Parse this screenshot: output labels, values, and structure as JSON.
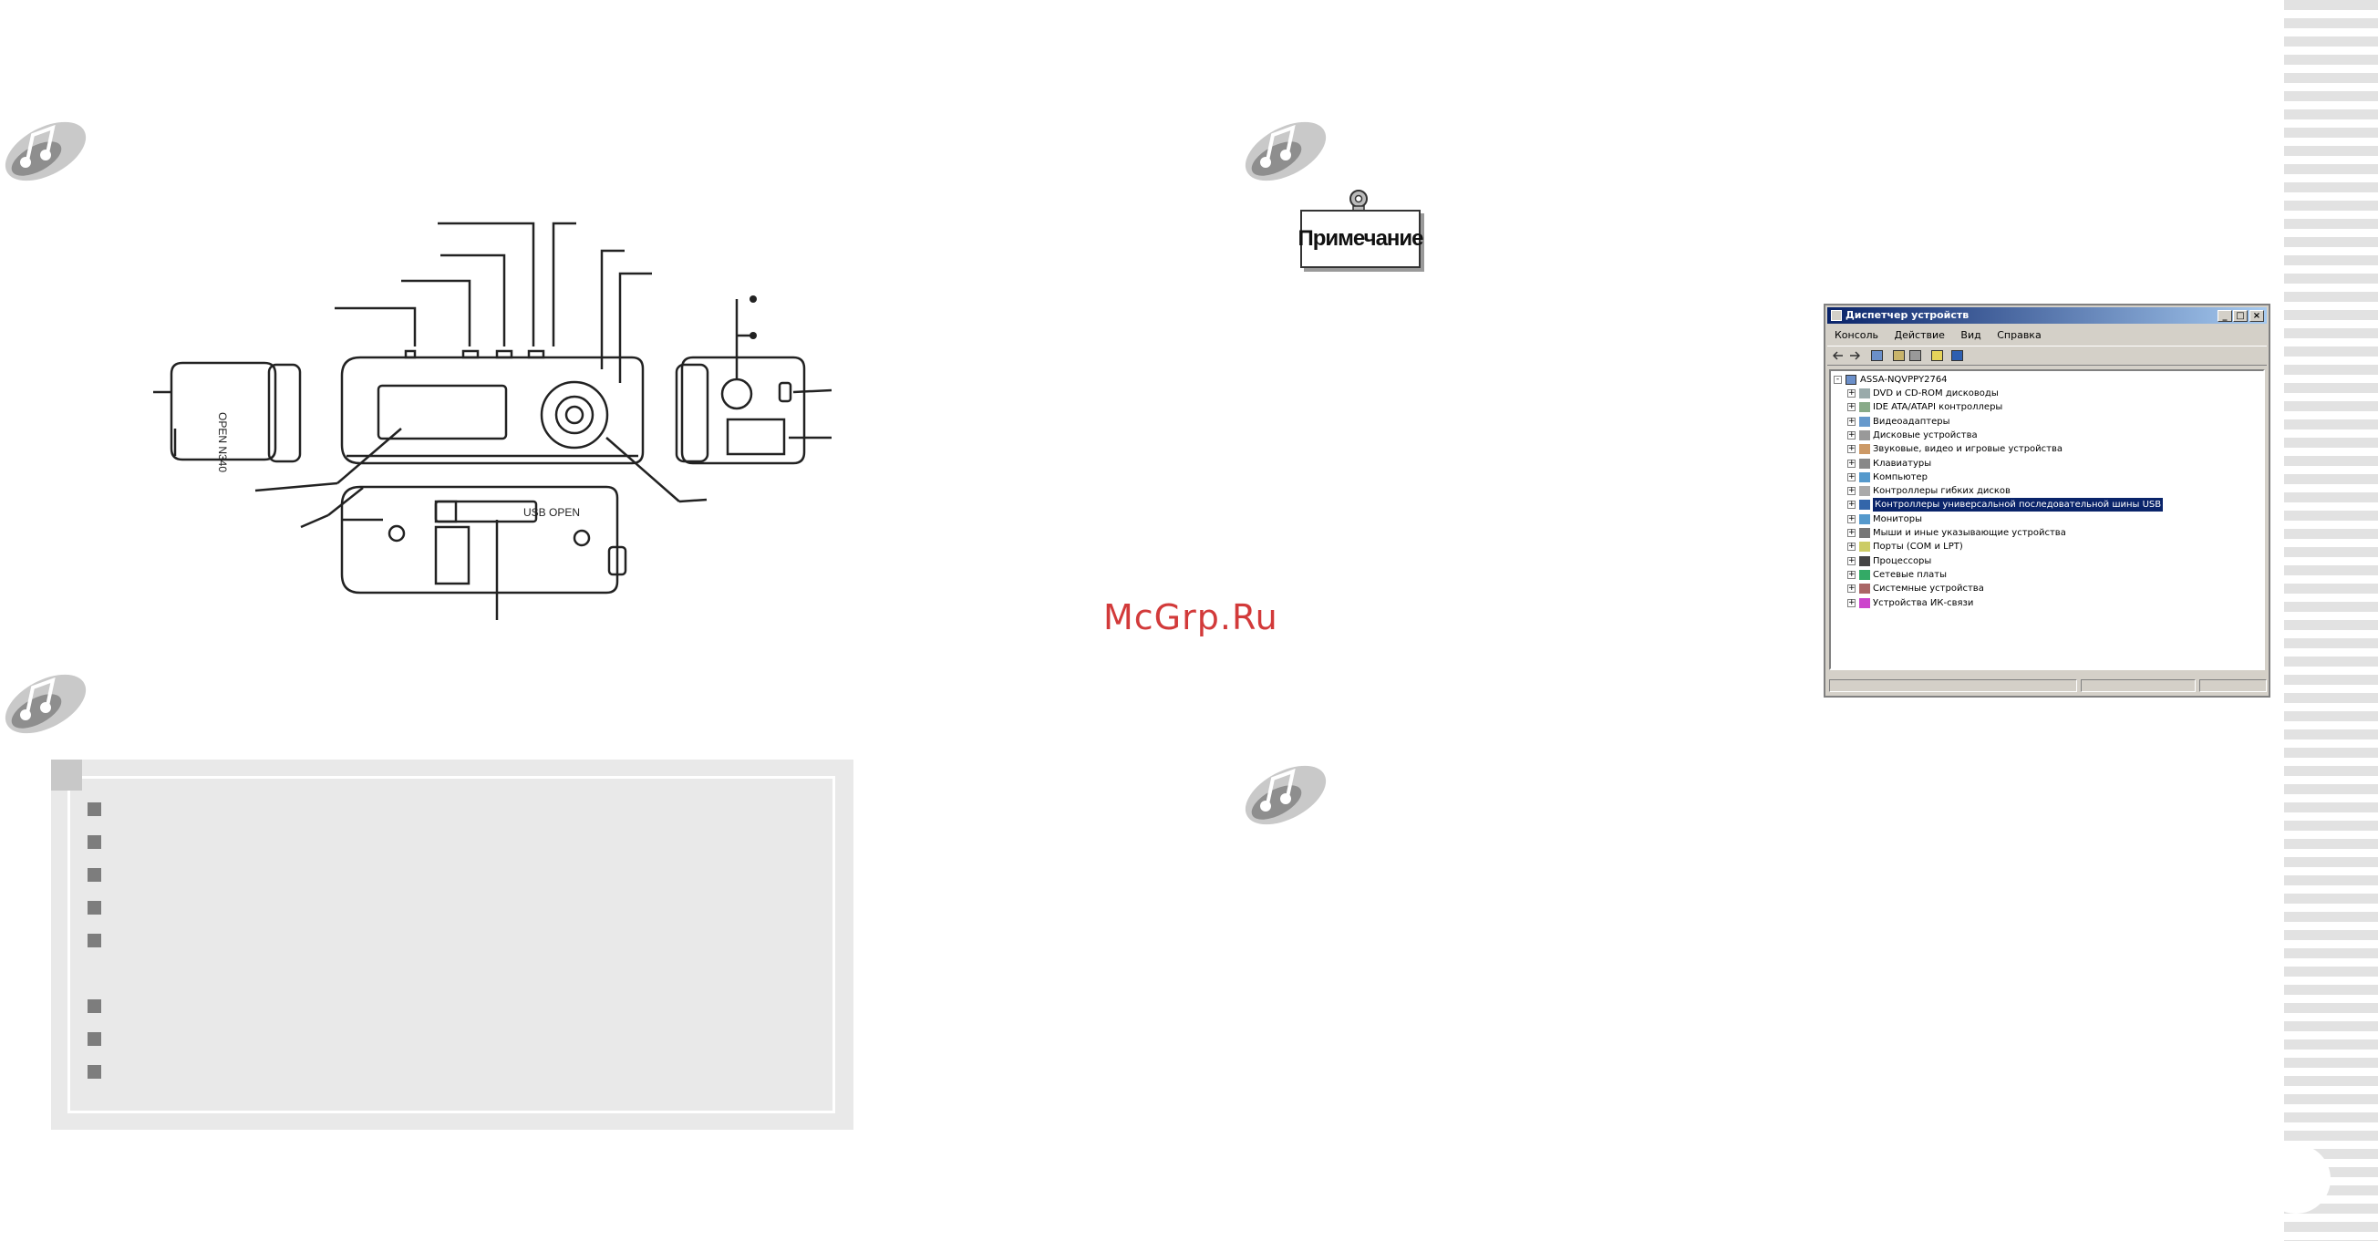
{
  "note_badge": {
    "label": "Примечание"
  },
  "watermark": {
    "text": "McGrp.Ru"
  },
  "device_labels": {
    "cover_text": "OPEN N340",
    "usb_open": "USB OPEN"
  },
  "spec_box": {
    "bullet_count": 8
  },
  "device_manager": {
    "title": "Диспетчер устройств",
    "title_buttons": [
      "_",
      "□",
      "×"
    ],
    "menu": [
      "Консоль",
      "Действие",
      "Вид",
      "Справка"
    ],
    "root": "ASSA-NQVPPY2764",
    "items": [
      {
        "label": "DVD и CD-ROM дисководы",
        "icon": "cdrom-icon"
      },
      {
        "label": "IDE ATA/ATAPI контроллеры",
        "icon": "ide-icon"
      },
      {
        "label": "Видеоадаптеры",
        "icon": "display-adapter-icon"
      },
      {
        "label": "Дисковые устройства",
        "icon": "disk-icon"
      },
      {
        "label": "Звуковые, видео и игровые устройства",
        "icon": "sound-icon"
      },
      {
        "label": "Клавиатуры",
        "icon": "keyboard-icon"
      },
      {
        "label": "Компьютер",
        "icon": "computer-icon"
      },
      {
        "label": "Контроллеры гибких дисков",
        "icon": "floppy-icon"
      },
      {
        "label": "Контроллеры универсальной последовательной шины USB",
        "icon": "usb-icon",
        "selected": true
      },
      {
        "label": "Мониторы",
        "icon": "monitor-icon"
      },
      {
        "label": "Мыши и иные указывающие устройства",
        "icon": "mouse-icon"
      },
      {
        "label": "Порты (COM и LPT)",
        "icon": "port-icon"
      },
      {
        "label": "Процессоры",
        "icon": "processor-icon"
      },
      {
        "label": "Сетевые платы",
        "icon": "network-icon"
      },
      {
        "label": "Системные устройства",
        "icon": "system-icon"
      },
      {
        "label": "Устройства ИК-связи",
        "icon": "infrared-icon"
      }
    ]
  }
}
